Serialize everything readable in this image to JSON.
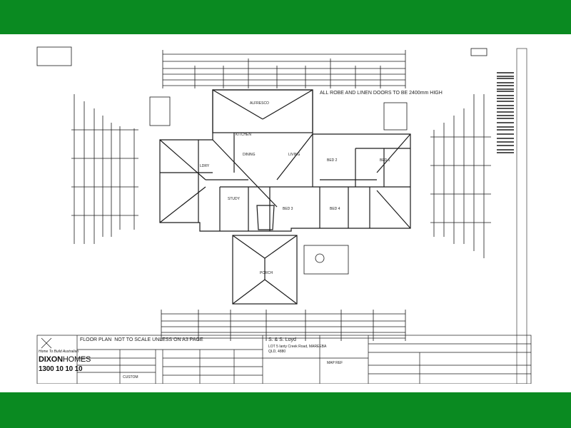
{
  "theme": {
    "band_color": "#0a8a21",
    "ink_color": "#1a1a1a",
    "paper_color": "#ffffff"
  },
  "plan": {
    "header_note": "ALL ROBE AND LINEN DOORS TO BE 2400mm HIGH",
    "rooms": {
      "alfresco": "ALFRESCO",
      "kitchen": "KITCHEN",
      "dining": "DINING",
      "living": "LIVING",
      "study": "STUDY",
      "bed_1": "BED 1",
      "bed_2": "BED 2",
      "bed_3": "BED 3",
      "bed_4": "BED 4",
      "porch": "PORCH",
      "laundry": "LDRY"
    }
  },
  "title_block": {
    "drawing_title": "FLOOR PLAN",
    "scale_note": "NOT TO SCALE UNLESS ON A3 PAGE",
    "company_tagline": "Home To Build Australian",
    "brand_prefix": "DIXON",
    "brand_suffix": "HOMES",
    "phone": "1300 10 10 10",
    "client_name": "S. & S. Loyd",
    "site_address": "LOT 5 Ianty Creek Road, MAREEBA",
    "state_postcode": "QLD, 4880",
    "map_ref": "MAP REF",
    "design_name": "CUSTOM"
  }
}
